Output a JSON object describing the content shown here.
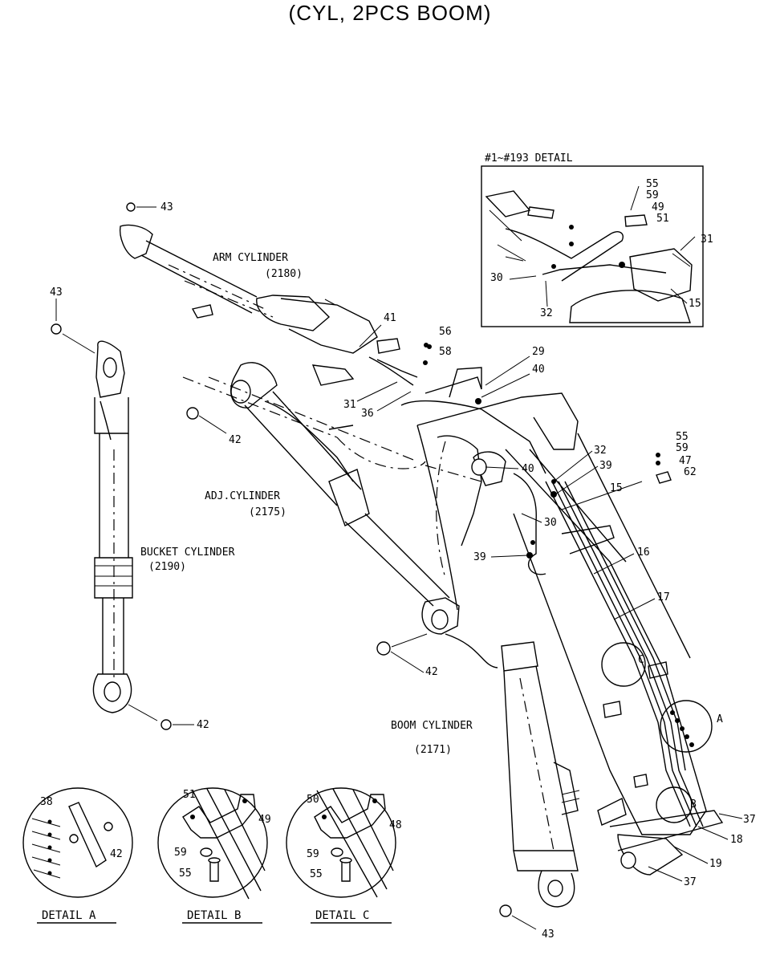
{
  "title": "(CYL, 2PCS BOOM)",
  "inset_title": "#1~#193 DETAIL",
  "cylinders": {
    "arm": {
      "name": "ARM CYLINDER",
      "code": "(2180)"
    },
    "adj": {
      "name": "ADJ.CYLINDER",
      "code": "(2175)"
    },
    "bucket": {
      "name": "BUCKET CYLINDER",
      "code": "(2190)"
    },
    "boom": {
      "name": "BOOM CYLINDER",
      "code": "(2171)"
    }
  },
  "details": {
    "a": "DETAIL A",
    "b": "DETAIL B",
    "c": "DETAIL C"
  },
  "circle_letters": {
    "a": "A",
    "b": "B",
    "c": "C"
  },
  "callouts": {
    "arm_top_43": "43",
    "bucket_top_43": "43",
    "bucket_bot_42": "42",
    "adj_end_42": "42",
    "mid_42": "42",
    "boom_bot_43": "43",
    "c41": "41",
    "c56": "56",
    "c58": "58",
    "c29": "29",
    "c40a": "40",
    "c31": "31",
    "c36": "36",
    "c40b": "40",
    "c32": "32",
    "c39a": "39",
    "c15": "15",
    "c30": "30",
    "c39b": "39",
    "c16": "16",
    "c17": "17",
    "c55": "55",
    "c59": "59",
    "c47": "47",
    "c62": "62",
    "c37a": "37",
    "c18": "18",
    "c19": "19",
    "c37b": "37",
    "ins55": "55",
    "ins59": "59",
    "ins49": "49",
    "ins51": "51",
    "ins31": "31",
    "ins30": "30",
    "ins32": "32",
    "ins15": "15",
    "da38": "38",
    "da42": "42",
    "db51": "51",
    "db49": "49",
    "db59": "59",
    "db55": "55",
    "dc50": "50",
    "dc48": "48",
    "dc59": "59",
    "dc55": "55"
  }
}
